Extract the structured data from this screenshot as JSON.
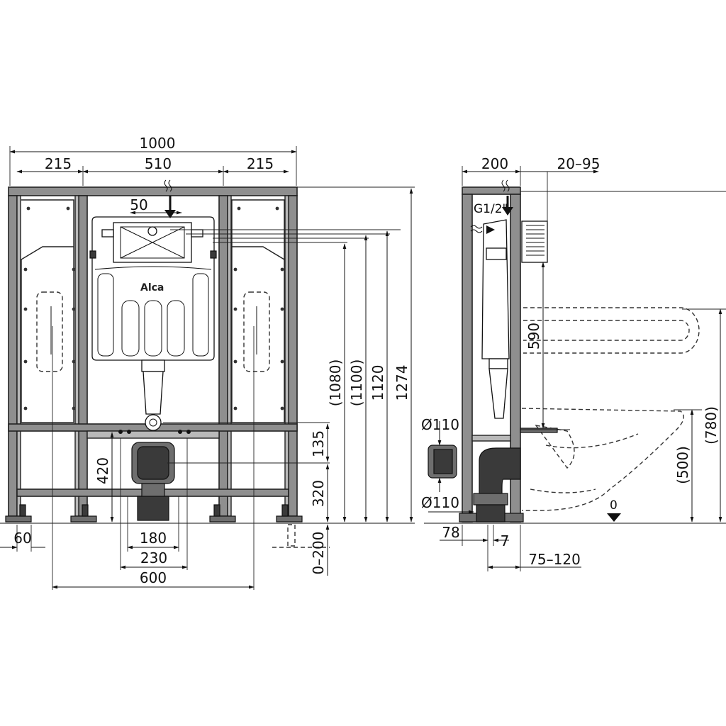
{
  "front_view": {
    "dims": {
      "total_width": "1000",
      "left_section": "215",
      "middle_section": "510",
      "right_section": "215",
      "flush_plate_offset": "50",
      "h_1080": "(1080)",
      "h_1100": "(1100)",
      "h_1120": "1120",
      "h_1274": "1274",
      "h_135": "135",
      "h_320": "320",
      "h_420": "420",
      "foot_60": "60",
      "w_180": "180",
      "w_230": "230",
      "w_600": "600",
      "leg_adjust": "0–200"
    },
    "brand_logo": "Alca"
  },
  "side_view": {
    "dims": {
      "depth": "200",
      "wall_offset": "20–95",
      "inlet_thread": "G1/2\"",
      "h_590": "590",
      "diam_top": "Ø110",
      "diam_bottom": "Ø110",
      "h_780": "(780)",
      "h_500": "(500)",
      "floor_zero": "0",
      "d_78": "78",
      "d_7": "7",
      "d_75_120": "75–120"
    }
  },
  "colors": {
    "frame": "#8f8f8f",
    "line": "#111111",
    "background": "#ffffff"
  }
}
